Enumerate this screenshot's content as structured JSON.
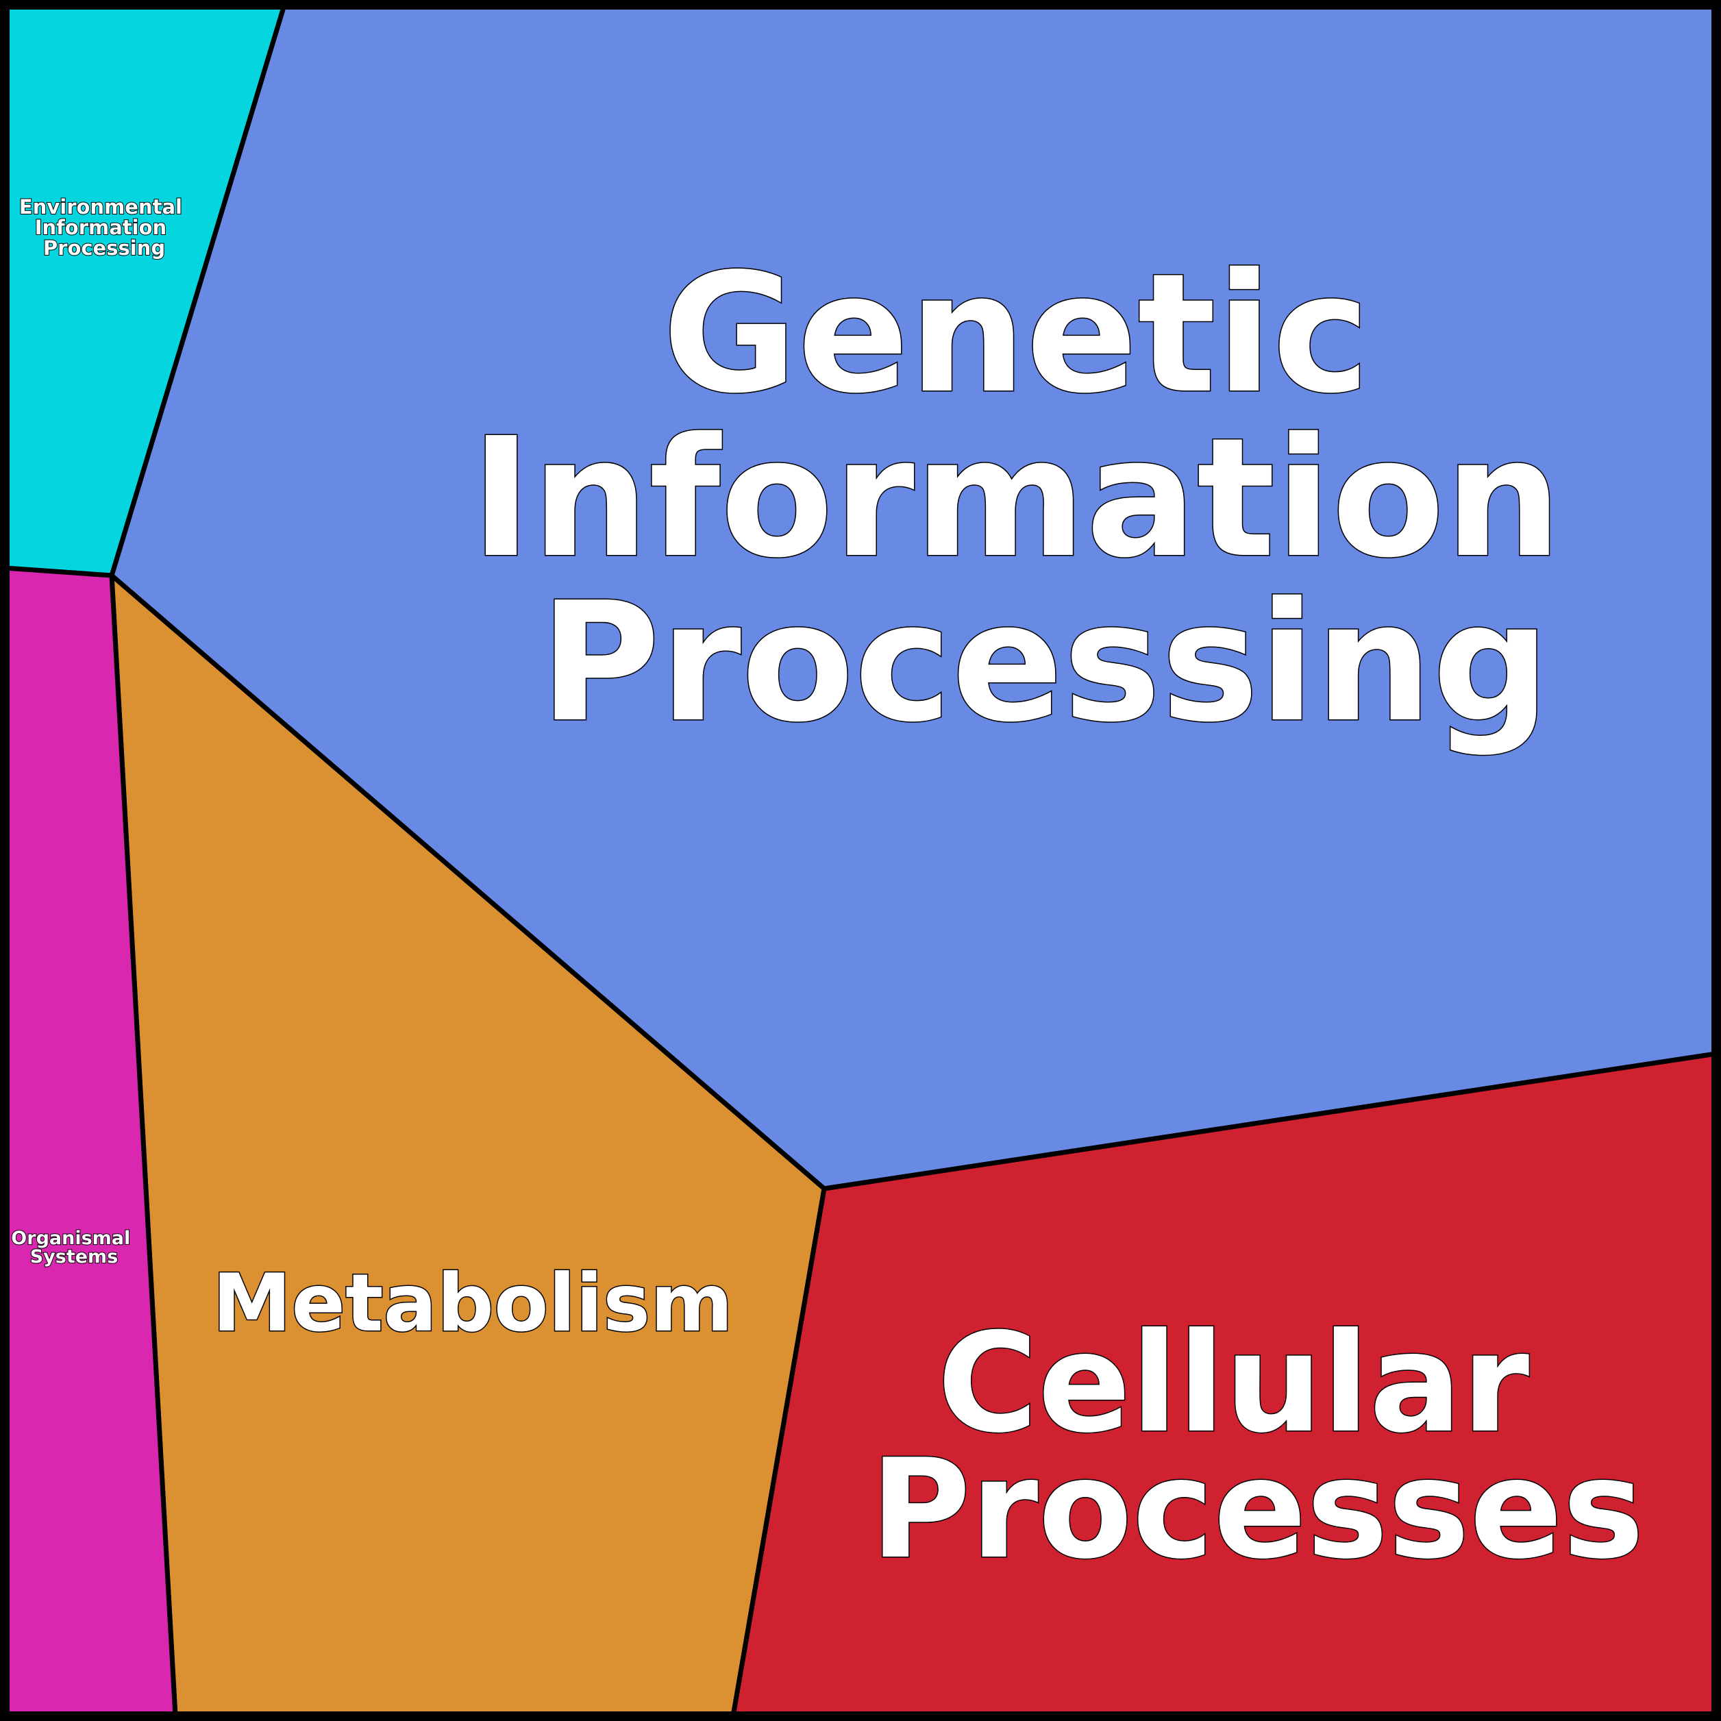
{
  "diagram": {
    "type": "voronoi-treemap",
    "regions": [
      {
        "id": "genetic",
        "lines": [
          "Genetic",
          "Information",
          "Processing"
        ],
        "color": "#6889e4"
      },
      {
        "id": "environmental",
        "lines": [
          "Environmental",
          "Information",
          "Processing"
        ],
        "color": "#05d5de"
      },
      {
        "id": "metabolism",
        "lines": [
          "Metabolism"
        ],
        "color": "#db9031"
      },
      {
        "id": "cellular",
        "lines": [
          "Cellular",
          "Processes"
        ],
        "color": "#d02131"
      },
      {
        "id": "organismal",
        "lines": [
          "Organismal",
          "Systems"
        ],
        "color": "#d927b0"
      }
    ],
    "border_color": "#000000",
    "text_color": "#ffffff"
  }
}
